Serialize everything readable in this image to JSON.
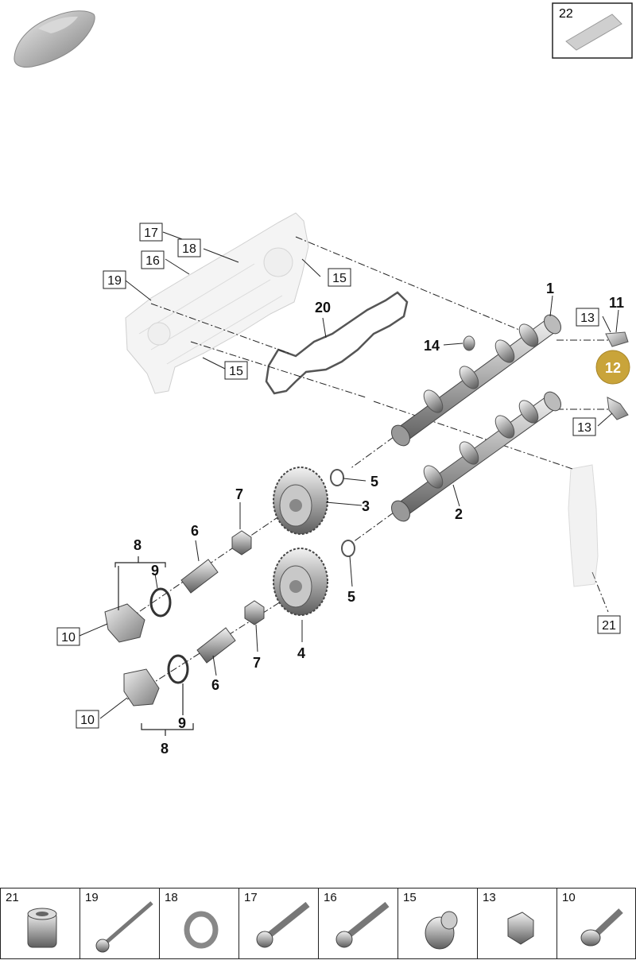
{
  "diagram": {
    "highlight_color": "#c9a43a",
    "highlighted_part": "12",
    "callouts": {
      "c1": "1",
      "c2": "2",
      "c3": "3",
      "c4": "4",
      "c5a": "5",
      "c5b": "5",
      "c6a": "6",
      "c6b": "6",
      "c7a": "7",
      "c7b": "7",
      "c8a": "8",
      "c8b": "8",
      "c9a": "9",
      "c9b": "9",
      "c10a": "10",
      "c10b": "10",
      "c11": "11",
      "c12": "12",
      "c13a": "13",
      "c13b": "13",
      "c14": "14",
      "c15a": "15",
      "c15b": "15",
      "c16": "16",
      "c17": "17",
      "c18": "18",
      "c19": "19",
      "c20": "20",
      "c21": "21",
      "c22": "22"
    }
  },
  "parts_strip": [
    {
      "number": "21",
      "icon": "sleeve-nut-icon"
    },
    {
      "number": "19",
      "icon": "long-bolt-icon"
    },
    {
      "number": "18",
      "icon": "sealing-ring-icon"
    },
    {
      "number": "17",
      "icon": "flange-bolt-icon"
    },
    {
      "number": "16",
      "icon": "flange-bolt-icon"
    },
    {
      "number": "15",
      "icon": "plug-icon"
    },
    {
      "number": "13",
      "icon": "cap-nut-icon"
    },
    {
      "number": "10",
      "icon": "hex-bolt-icon"
    }
  ]
}
